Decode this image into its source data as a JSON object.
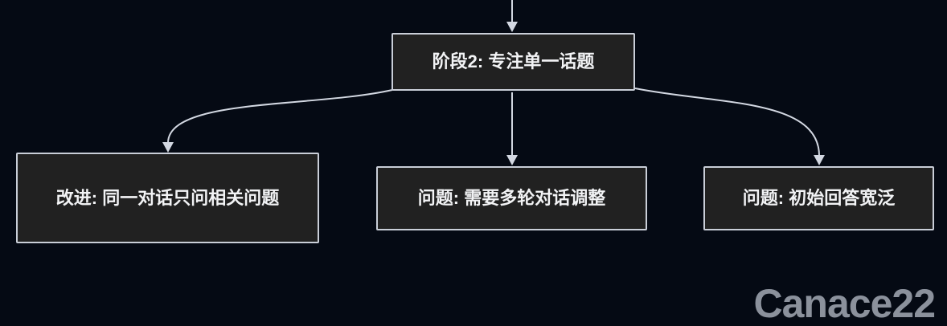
{
  "canvas": {
    "background": "#050a14",
    "edge_color": "#d3d8e2",
    "node_fill": "#212121",
    "node_border": "#c9ced8",
    "text_color": "#f2f3f5"
  },
  "nodes": [
    {
      "id": "stage2",
      "label": "阶段2: 专注单一话题"
    },
    {
      "id": "improve",
      "label": "改进: 同一对话只问相关问题"
    },
    {
      "id": "problem-multiturn",
      "label": "问题: 需要多轮对话调整"
    },
    {
      "id": "problem-broad",
      "label": "问题: 初始回答宽泛"
    }
  ],
  "edges": [
    {
      "from": "offscreen-top",
      "to": "stage2"
    },
    {
      "from": "stage2",
      "to": "improve"
    },
    {
      "from": "stage2",
      "to": "problem-multiturn"
    },
    {
      "from": "stage2",
      "to": "problem-broad"
    }
  ],
  "watermark": {
    "text": "Canace22",
    "color": "#8b919c"
  }
}
